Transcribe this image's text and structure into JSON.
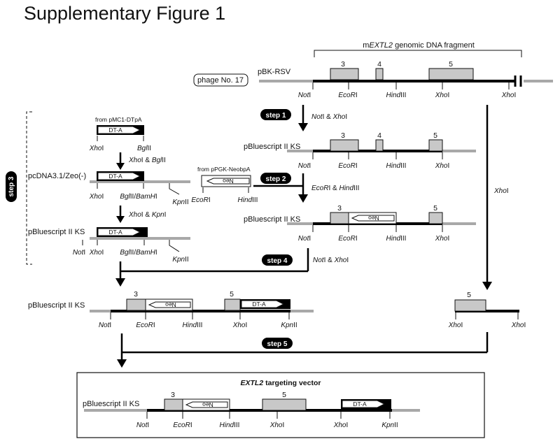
{
  "title": "Supplementary Figure 1",
  "genomic_label_prefix": "m",
  "genomic_label_gene": "EXTL2",
  "genomic_label_suffix": " genomic DNA fragment",
  "phage": "phage No. 17",
  "vectors": {
    "pbk": "pBK-RSV",
    "pbks": "pBluescript II KS",
    "pcdna": "pcDNA3.1/Zeo(-)"
  },
  "sources": {
    "dtpa": "from pMC1-DTpA",
    "neo": "from pPGK-NeobpA"
  },
  "cassettes": {
    "dta": "DT-A",
    "neo": "Neo"
  },
  "exons": {
    "e3": "3",
    "e4": "4",
    "e5": "5"
  },
  "sites": {
    "not": "Not",
    "eco": "EcoR",
    "hind": "Hind",
    "xho": "Xho",
    "bgl": "Bgl",
    "bam": "BamH",
    "kpn": "Kpn",
    "bglbam_a": "Bgl",
    "bglbam_b": "II/",
    "i": "I",
    "ii": "II",
    "iii": "III"
  },
  "steps": {
    "s1": "step 1",
    "s2": "step 2",
    "s3": "step 3",
    "s4": "step 4",
    "s5": "step 5"
  },
  "step_notes": {
    "s1_a": "Not",
    "s1_b": "I & ",
    "s1_c": "Xho",
    "s1_d": "I",
    "s2_a": "EcoR",
    "s2_b": "I & ",
    "s2_c": "Hind",
    "s2_d": "III",
    "s4_a": "Not",
    "s4_b": "I & ",
    "s4_c": "Xho",
    "s4_d": "I",
    "xho_only_a": "Xho",
    "xho_only_b": "I",
    "xb_a": "Xho",
    "xb_b": "I & ",
    "xb_c": "Bgl",
    "xb_d": "II",
    "xk_a": "Xho",
    "xk_b": "I & ",
    "xk_c": "Kpn",
    "xk_d": "I"
  },
  "final": {
    "gene": "EXTL2",
    "rest": " targeting vector"
  },
  "colors": {
    "exon": "#c8c8c8",
    "vector": "#a8a8a8",
    "insert": "#000000"
  }
}
